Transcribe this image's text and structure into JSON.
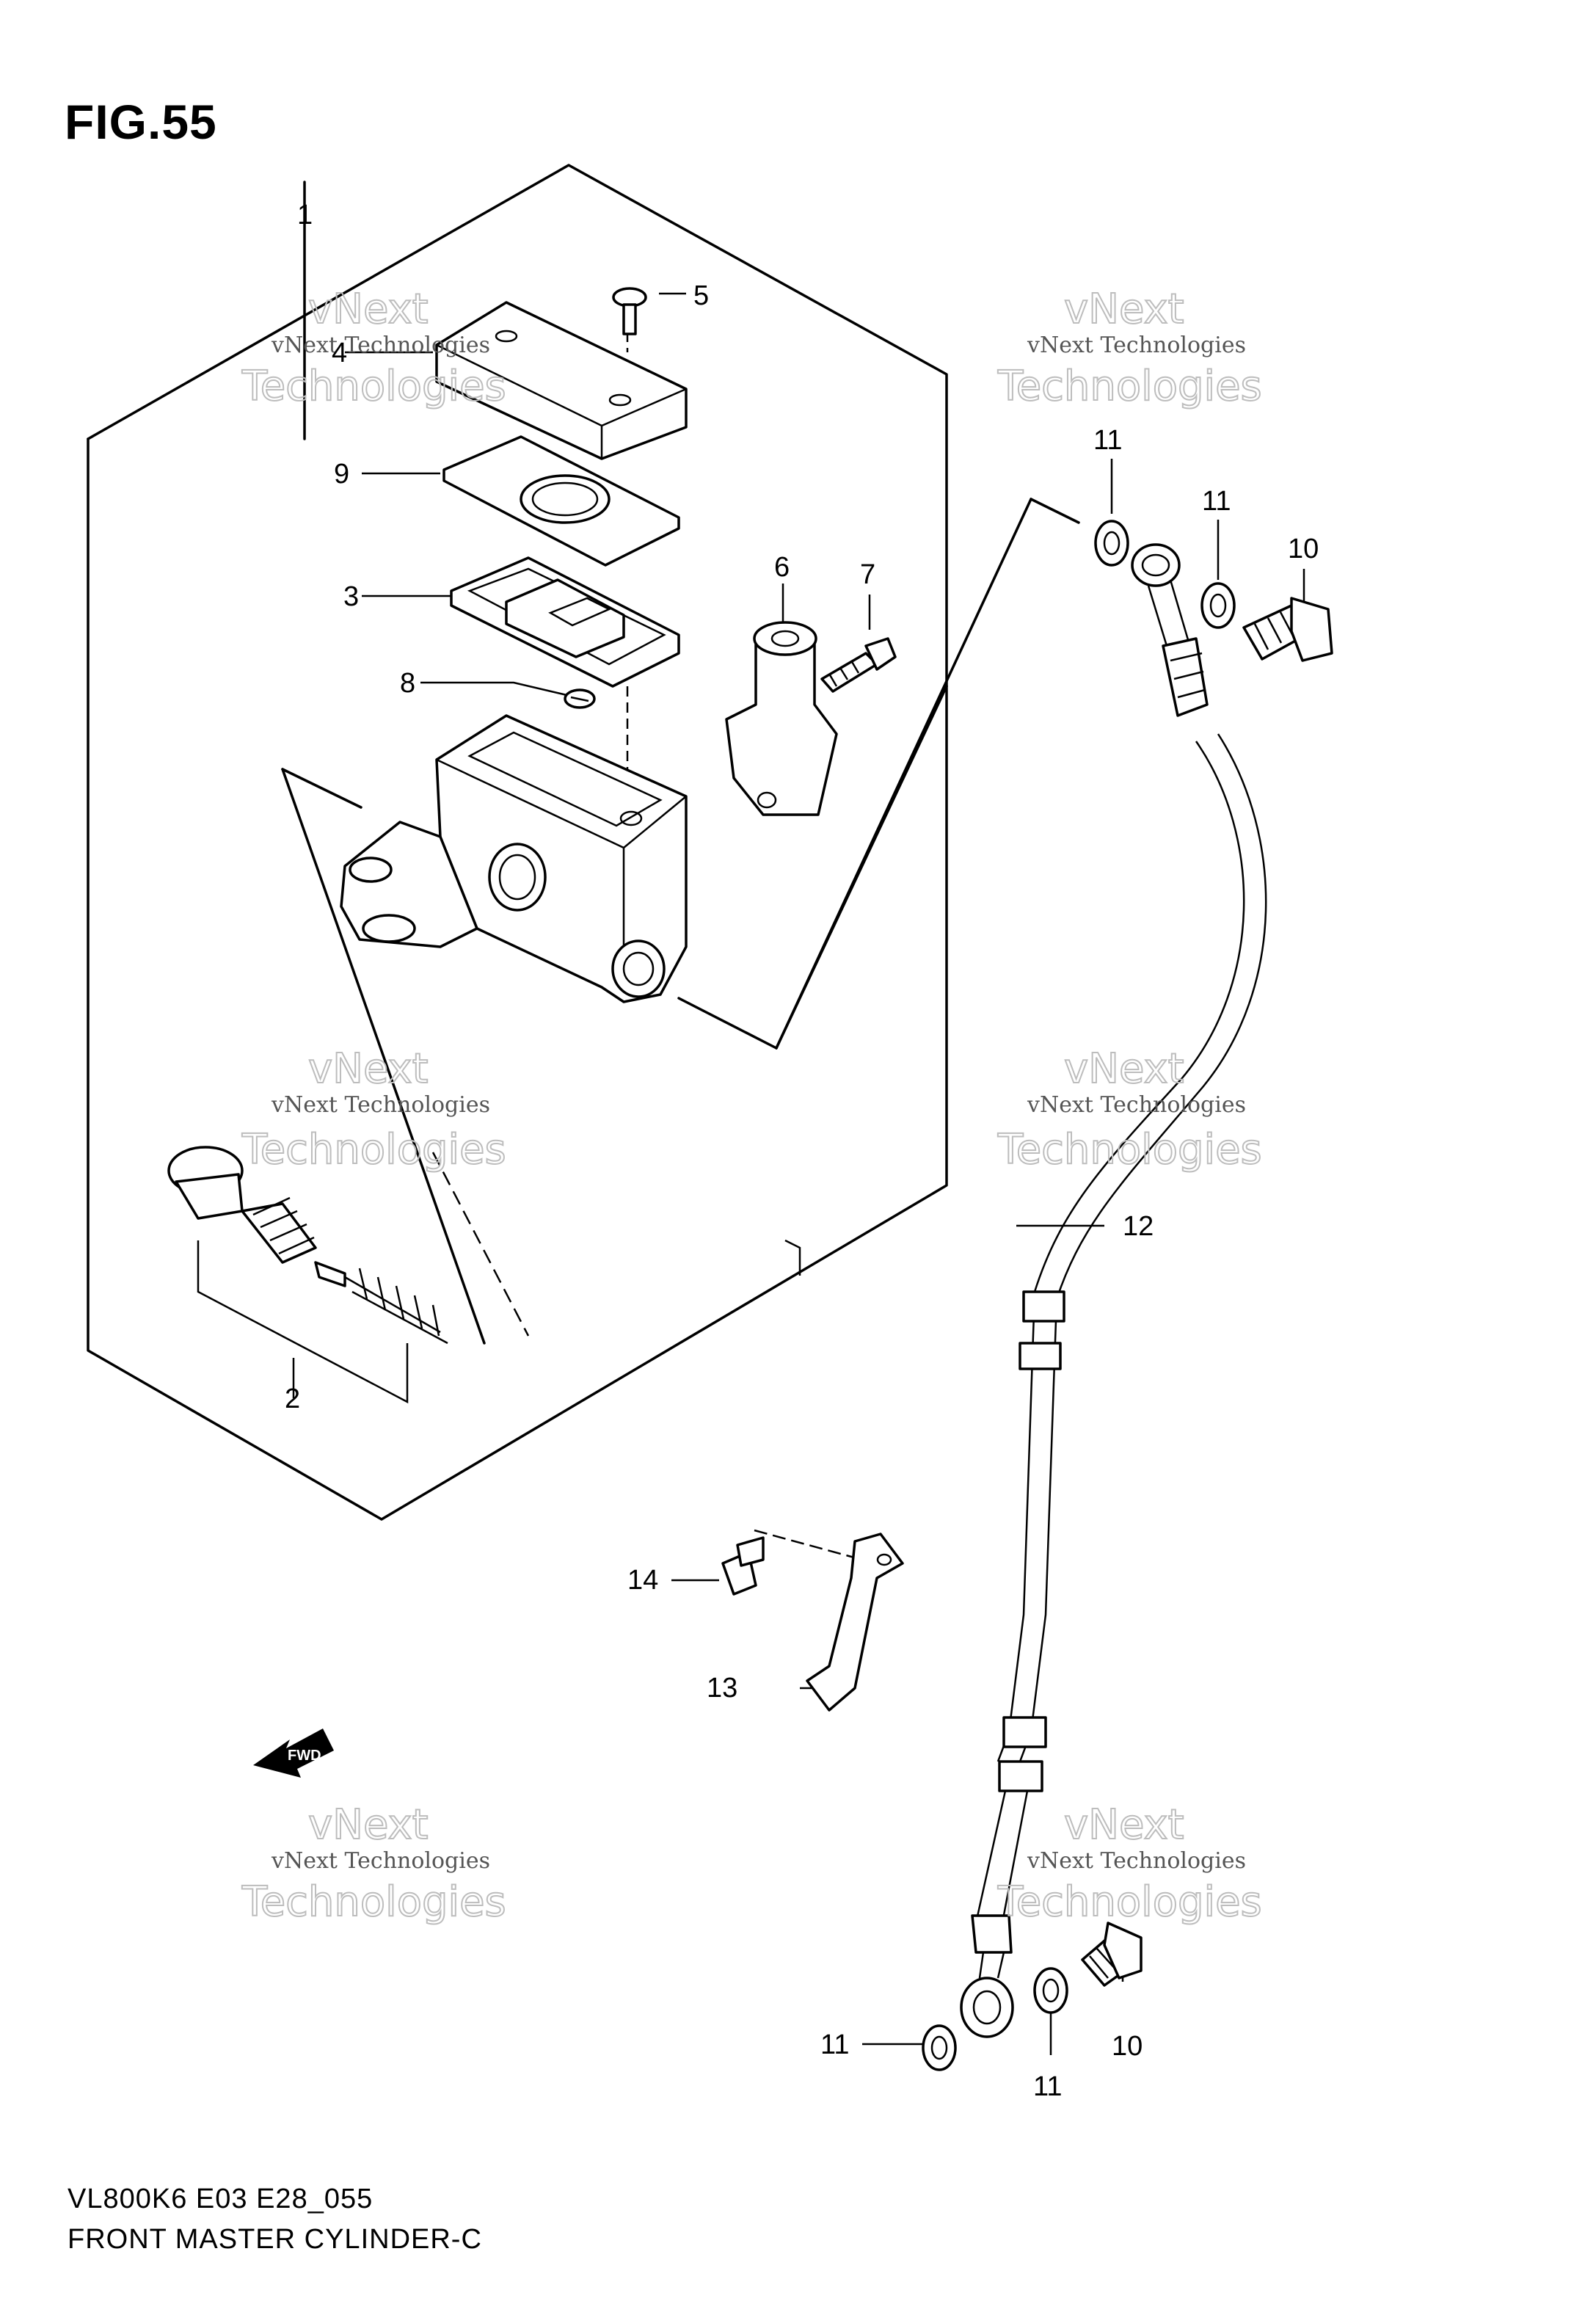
{
  "figure": {
    "title": "FIG.55"
  },
  "footer": {
    "model_code": "VL800K6 E03 E28_055",
    "section_name": "FRONT MASTER CYLINDER-C"
  },
  "watermark": {
    "company": "vNext Technologies",
    "line1": "vNext",
    "line2": "Technologies"
  },
  "direction_arrow": {
    "label": "FWD"
  },
  "callouts": {
    "c1": "1",
    "c2": "2",
    "c3": "3",
    "c4": "4",
    "c5": "5",
    "c6": "6",
    "c7": "7",
    "c8": "8",
    "c9": "9",
    "c10a": "10",
    "c10b": "10",
    "c11a": "11",
    "c11b": "11",
    "c11c": "11",
    "c11d": "11",
    "c12": "12",
    "c13": "13",
    "c14": "14"
  }
}
